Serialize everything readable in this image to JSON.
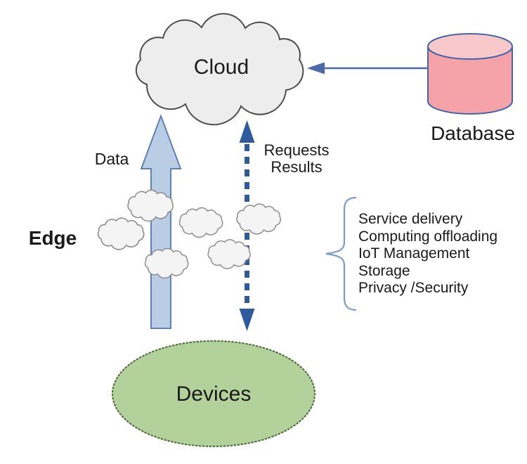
{
  "palette": {
    "cloud_fill": "#EDEDED",
    "cloud_stroke": "#4D4D4D",
    "small_cloud_fill": "#F4F4F4",
    "small_cloud_stroke": "#8C8C8C",
    "data_arrow_fill": "#B9CDE4",
    "data_arrow_stroke": "#5F82B3",
    "dashed_arrow_color": "#2E5B9E",
    "db_arrow_color": "#4A69A5",
    "database_fill": "#F5A3A8",
    "database_top_fill": "#F9C8CB",
    "database_stroke": "#4565A8",
    "devices_fill": "#B3D29B",
    "devices_stroke": "#54703F",
    "brace_color": "#7C9CC6"
  },
  "nodes": {
    "cloud": {
      "label": "Cloud"
    },
    "database": {
      "label": "Database"
    },
    "devices": {
      "label": "Devices"
    },
    "edge": {
      "label": "Edge"
    }
  },
  "flows": {
    "data": {
      "label": "Data",
      "direction": "up"
    },
    "requests": {
      "line1": "Requests",
      "line2": "Results",
      "direction": "both",
      "style": "dashed"
    },
    "database_to_cloud": {
      "direction": "left"
    }
  },
  "edge_services": [
    "Service delivery",
    "Computing offloading",
    "IoT Management",
    "Storage",
    "Privacy /Security"
  ]
}
